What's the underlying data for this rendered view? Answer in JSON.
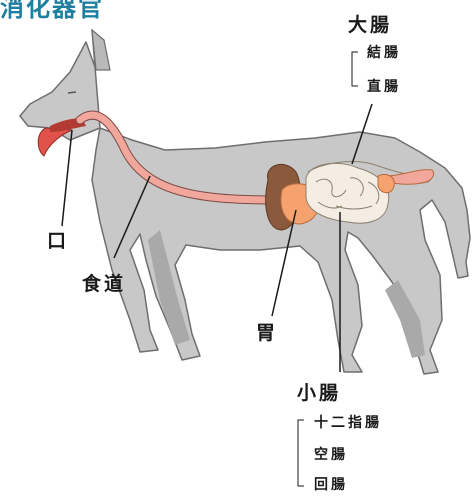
{
  "title": "消化器官",
  "labels": {
    "mouth": "口",
    "esophagus": "食道",
    "stomach": "胃",
    "large_intestine": "大腸",
    "colon": "結腸",
    "rectum": "直腸",
    "small_intestine": "小腸",
    "duodenum": "十二指腸",
    "jejunum": "空腸",
    "ileum": "回腸"
  },
  "colors": {
    "title": "#1f7fa0",
    "body": "#c8c8c8",
    "outline": "#6e6e6e",
    "esophagus": "#f2a79d",
    "stomach": "#f5a26f",
    "liver": "#8b5a3c",
    "intestine": "#f4ede3",
    "rectum": "#f2a79d",
    "tongue": "#e0524a"
  }
}
